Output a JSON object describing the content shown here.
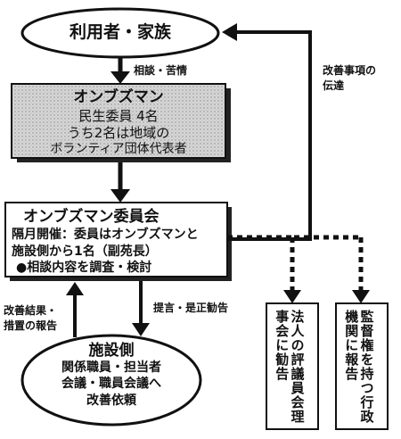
{
  "nodes": {
    "user_family": "利用者・家族",
    "ombudsman": {
      "title": "オンブズマン",
      "line1": "民生委員 4名",
      "line2": "うち2名は地域の",
      "line3": "ボランティア団体代表者"
    },
    "committee": {
      "title": "オンブズマン委員会",
      "line1": "隔月開催：委員はオンブズマンと",
      "line2": "施設側から1名（副苑長）",
      "line3": "●相談内容を調査・検討"
    },
    "facility": {
      "title": "施設側",
      "line1": "関係職員・担当者",
      "line2": "会議・職員会議へ",
      "line3": "改善依頼"
    },
    "corp_board": "法人の評議員会理事会に勧告",
    "admin_body": "監督権を持つ行政機関に報告"
  },
  "edges": {
    "consult": "相談・苦情",
    "feedback_l1": "改善事項の",
    "feedback_l2": "伝達",
    "proposal": "提言・是正勧告",
    "result_l1": "改善結果・",
    "result_l2": "措置の報告"
  }
}
